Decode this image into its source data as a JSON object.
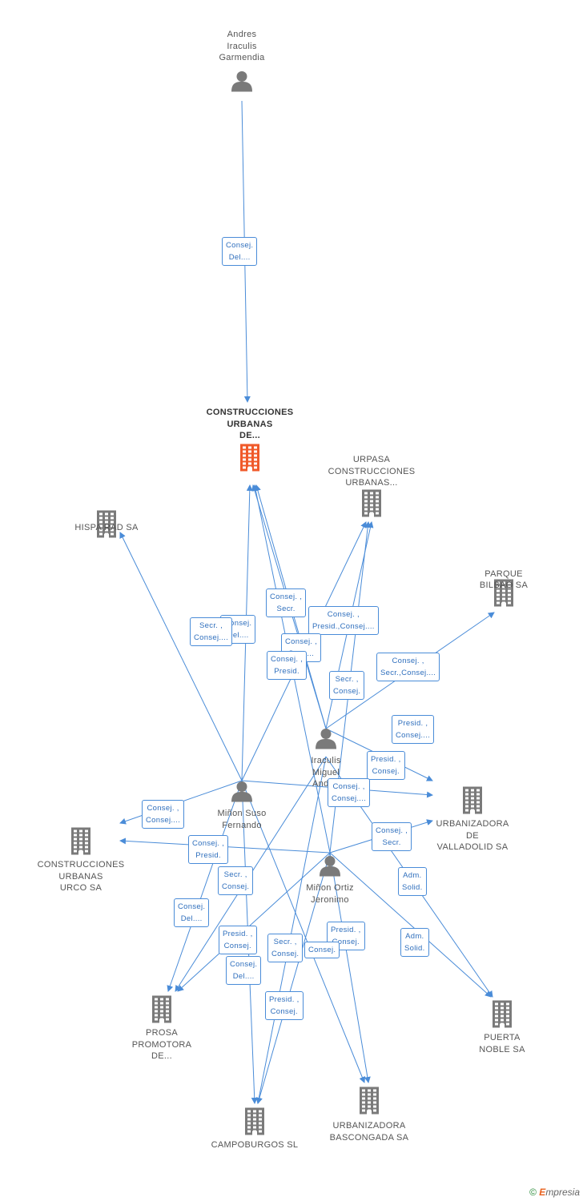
{
  "colors": {
    "edge": "#4a8cd8",
    "node_person": "#7a7a7a",
    "node_company": "#7a7a7a",
    "node_main": "#f05a2a"
  },
  "nodes": [
    {
      "id": "andres",
      "type": "person",
      "label": "Andres\nIraculis\nGarmendia"
    },
    {
      "id": "construcciones",
      "type": "company-main",
      "label": "CONSTRUCCIONES\nURBANAS\nDE..."
    },
    {
      "id": "urpasa",
      "type": "company",
      "label": "URPASA\nCONSTRUCCIONES\nURBANAS..."
    },
    {
      "id": "hispa",
      "type": "company",
      "label": "HISPA RAD SA"
    },
    {
      "id": "parque",
      "type": "company",
      "label": "PARQUE\nBILBAO SA"
    },
    {
      "id": "iraculis",
      "type": "person",
      "label": "Iraculis\nMiguel\nAndr..."
    },
    {
      "id": "minon_suso",
      "type": "person",
      "label": "Miñon Suso\nFernando"
    },
    {
      "id": "minon_ortiz",
      "type": "person",
      "label": "Miñon Ortiz\nJeronimo"
    },
    {
      "id": "urco",
      "type": "company",
      "label": "CONSTRUCCIONES\nURBANAS\nURCO SA"
    },
    {
      "id": "urb_valladolid",
      "type": "company",
      "label": "URBANIZADORA\nDE\nVALLADOLID SA"
    },
    {
      "id": "prosa",
      "type": "company",
      "label": "PROSA\nPROMOTORA\nDE..."
    },
    {
      "id": "puerta",
      "type": "company",
      "label": "PUERTA\nNOBLE SA"
    },
    {
      "id": "campoburgos",
      "type": "company",
      "label": "CAMPOBURGOS SL"
    },
    {
      "id": "bascongada",
      "type": "company",
      "label": "URBANIZADORA\nBASCONGADA SA"
    }
  ],
  "edge_labels": [
    "Consej.\nDel....",
    "Consej. ,\nSecr.",
    "Consej. ,\nPresid.,Consej....",
    "Consej.\nDel....",
    "Secr. ,\nConsej....",
    "Consej. ,\nSecr....",
    "Consej. ,\nPresid.",
    "Consej. ,\nSecr.,Consej....",
    "Secr. ,\nConsej.",
    "Presid. ,\nConsej....",
    "Presid. ,\nConsej.",
    "Consej. ,\nConsej....",
    "Consej. ,\nConsej....",
    "Consej. ,\nPresid.",
    "Consej. ,\nSecr.",
    "Secr. ,\nConsej.",
    "Adm.\nSolid.",
    "Consej.\nDel....",
    "Presid. ,\nConsej.",
    "Presid. ,\nConsej.",
    "Secr. ,\nConsej.",
    "Consej.",
    "Adm.\nSolid.",
    "Consej.\nDel....",
    "Presid. ,\nConsej."
  ],
  "footer": {
    "copyright": "©",
    "brand_e": "E",
    "brand_rest": "mpresia"
  }
}
